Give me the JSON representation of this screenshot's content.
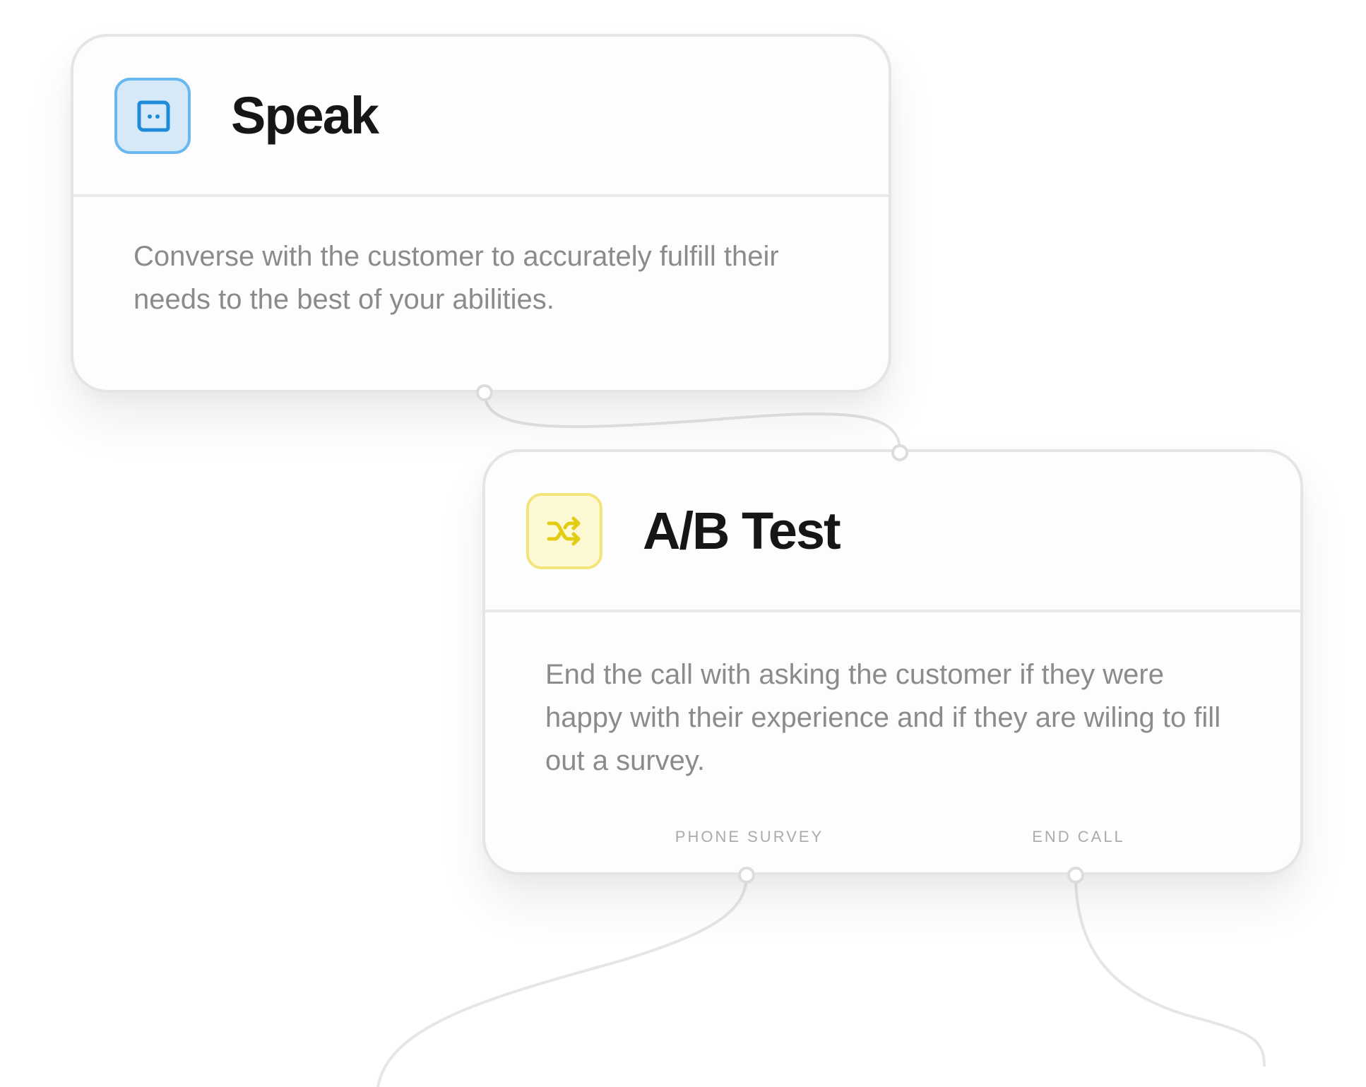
{
  "nodes": {
    "speak": {
      "title": "Speak",
      "description": "Converse with the customer to accurately fulfill their needs to the best of your abilities.",
      "icon": "chat-bubble-icon",
      "accent": "#1e8ad8"
    },
    "ab_test": {
      "title": "A/B Test",
      "description": "End the call with asking the customer if they were happy with their experience and if they are wiling to fill out a survey.",
      "icon": "shuffle-icon",
      "accent": "#e2cc14",
      "outputs": {
        "phone_survey": "PHONE SURVEY",
        "end_call": "END CALL"
      }
    }
  },
  "colors": {
    "connector": "#e3e3e3",
    "card_border": "#e5e5e5",
    "title": "#161616",
    "description": "#8b8b8b"
  }
}
